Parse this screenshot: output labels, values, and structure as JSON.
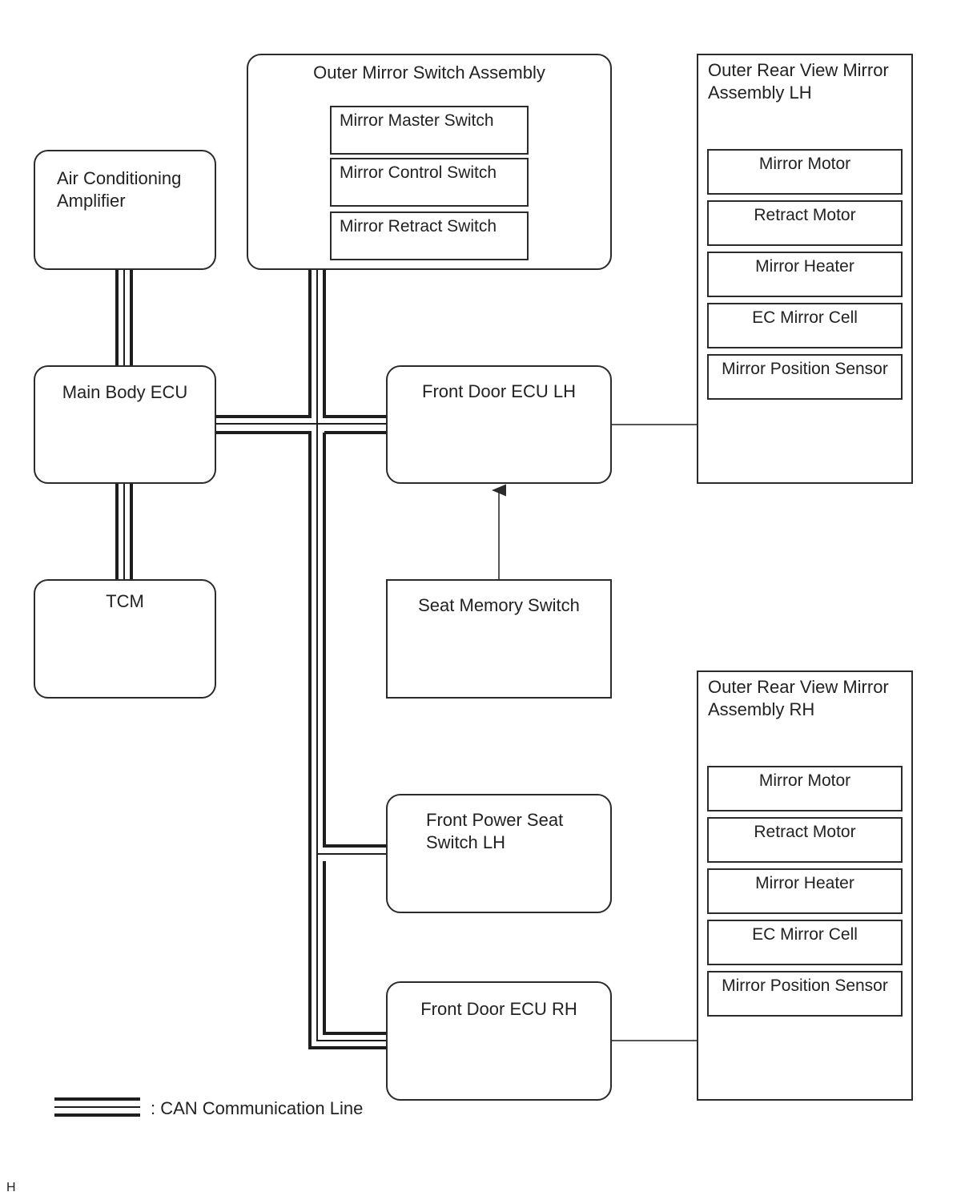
{
  "blocks": {
    "outer_mirror_switch": {
      "title": "Outer Mirror Switch Assembly",
      "items": [
        "Mirror Master Switch",
        "Mirror Control Switch",
        "Mirror Retract Switch"
      ]
    },
    "ac_amplifier": {
      "line1": "Air Conditioning",
      "line2": "Amplifier"
    },
    "main_body_ecu": {
      "title": "Main Body ECU"
    },
    "tcm": {
      "title": "TCM"
    },
    "front_door_ecu_lh": {
      "title": "Front Door ECU LH"
    },
    "seat_memory_switch": {
      "title": "Seat Memory Switch"
    },
    "front_power_seat_switch_lh": {
      "line1": "Front Power Seat",
      "line2": "Switch LH"
    },
    "front_door_ecu_rh": {
      "title": "Front Door ECU RH"
    },
    "mirror_lh": {
      "line1": "Outer Rear View Mirror",
      "line2": "Assembly LH",
      "items": [
        "Mirror Motor",
        "Retract Motor",
        "Mirror Heater",
        "EC Mirror Cell",
        "Mirror Position Sensor"
      ]
    },
    "mirror_rh": {
      "line1": "Outer Rear View Mirror",
      "line2": "Assembly RH",
      "items": [
        "Mirror Motor",
        "Retract Motor",
        "Mirror Heater",
        "EC Mirror Cell",
        "Mirror Position Sensor"
      ]
    }
  },
  "legend": {
    "label": ": CAN Communication Line"
  },
  "corner_mark": "H"
}
